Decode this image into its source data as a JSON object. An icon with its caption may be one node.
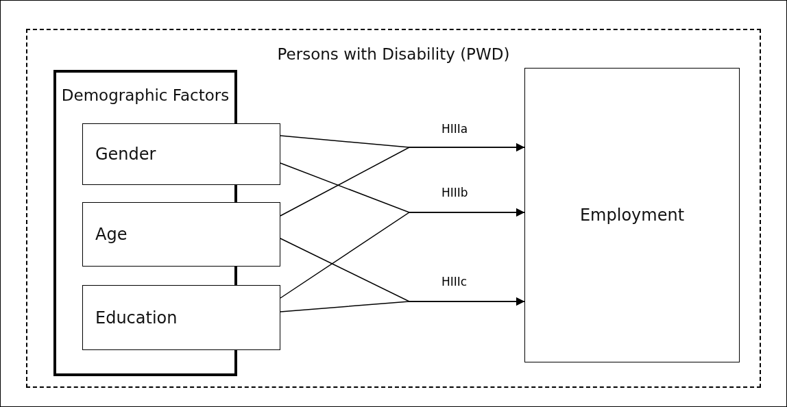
{
  "diagram": {
    "nodes": [
      {
        "text": [
          "Persons with Disability (PWD)"
        ]
      },
      {
        "text": [
          "Demographic Factors"
        ],
        "in": 0
      },
      {
        "text": [
          "Gender"
        ],
        "in": 0
      },
      {
        "text": [
          "Age"
        ],
        "in": 0
      },
      {
        "text": [
          "Education"
        ],
        "in": 0
      },
      {
        "text": [
          "Employment"
        ],
        "in": 0
      }
    ],
    "edges": [
      {
        "from": 2,
        "to": 5,
        "arrow": "to",
        "label": "HIIIa"
      },
      {
        "from": 3,
        "to": 5,
        "arrow": "to"
      },
      {
        "from": 2,
        "to": 5,
        "arrow": "to",
        "label": "HIIIb"
      },
      {
        "from": 4,
        "to": 5,
        "arrow": "to"
      },
      {
        "from": 3,
        "to": 5,
        "arrow": "to",
        "label": "HIIIc"
      },
      {
        "from": 4,
        "to": 5,
        "arrow": "to"
      }
    ]
  }
}
